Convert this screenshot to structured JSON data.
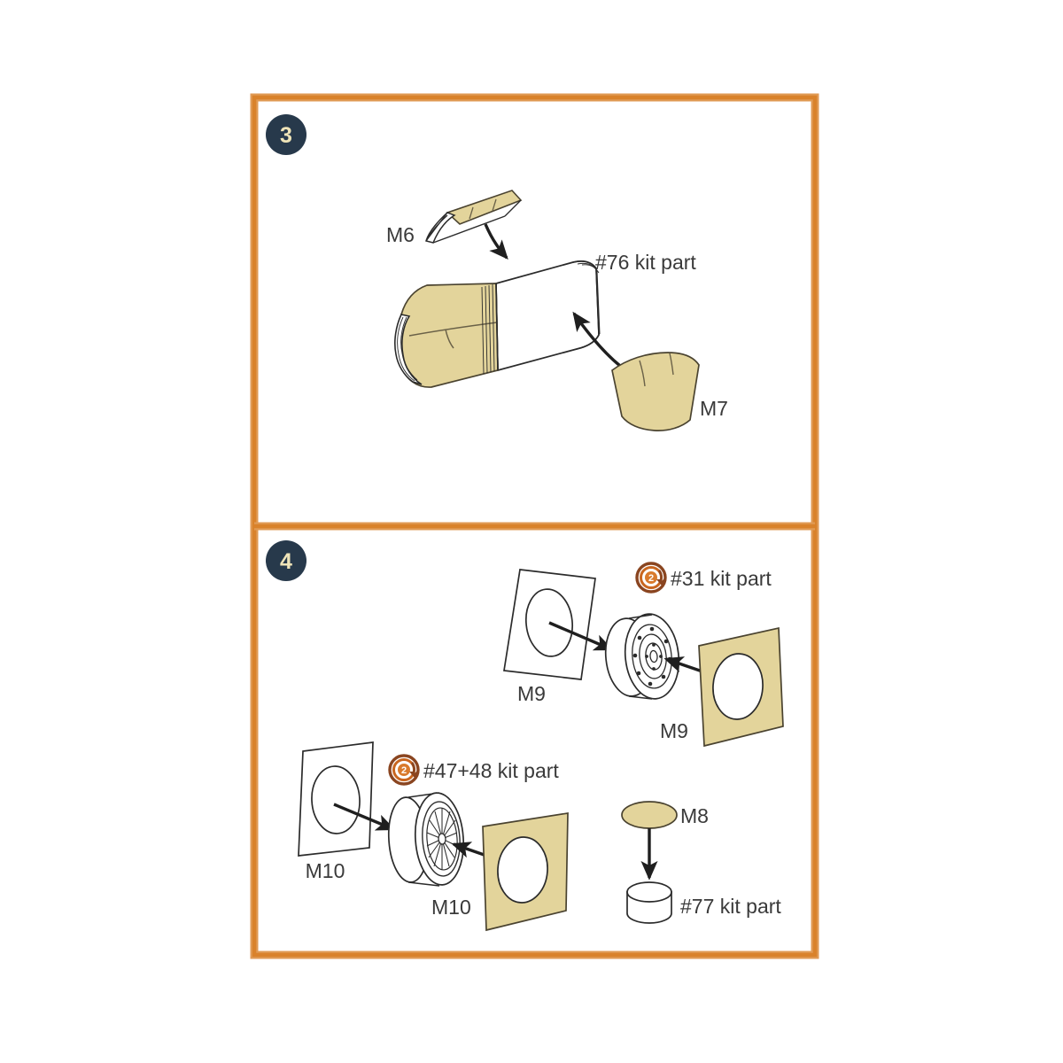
{
  "document": {
    "type": "model-kit-instruction-sheet",
    "background_color": "#ffffff"
  },
  "theme": {
    "frame_color": "#D9822B",
    "frame_color_light": "#E09A54",
    "badge_fill": "#2B3A४8",
    "badge_circle_color": "#27394B",
    "badge_text_color": "#EFE4B8",
    "mask_tan": "#E3D49B",
    "mask_tan_edge": "#4a4330",
    "line_color": "#2b2b2b",
    "text_color": "#3a3a3a",
    "repeat_icon_outer": "#8A4520",
    "repeat_icon_mid": "#C9661F",
    "repeat_icon_inner": "#D97A2C"
  },
  "panels": [
    {
      "id": "panel-step-3",
      "step_number": "3",
      "labels": [
        {
          "id": "m6",
          "text": "M6"
        },
        {
          "id": "kit76",
          "text": "#76 kit part"
        },
        {
          "id": "m7",
          "text": "M7"
        }
      ],
      "parts": [
        {
          "name": "M6",
          "kind": "curved-strip-mask",
          "color": "tan"
        },
        {
          "name": "#76 kit part",
          "kind": "fuselage-shell",
          "color": "white"
        },
        {
          "name": "M7",
          "kind": "curved-panel-mask",
          "color": "tan"
        }
      ],
      "arrows": [
        {
          "from": "M6",
          "to": "#76 kit part"
        },
        {
          "from": "M7",
          "to": "#76 kit part"
        }
      ]
    },
    {
      "id": "panel-step-4",
      "step_number": "4",
      "labels": [
        {
          "id": "m9-left",
          "text": "M9"
        },
        {
          "id": "kit31",
          "text": "#31 kit part"
        },
        {
          "id": "m9-right",
          "text": "M9"
        },
        {
          "id": "m10-left",
          "text": "M10"
        },
        {
          "id": "kit4748",
          "text": "#47+48 kit part"
        },
        {
          "id": "m10-right",
          "text": "M10"
        },
        {
          "id": "m8",
          "text": "M8"
        },
        {
          "id": "kit77",
          "text": "#77 kit part"
        }
      ],
      "repeat_badges": [
        {
          "id": "repeat-31",
          "text": "2",
          "applies_to": "#31 kit part"
        },
        {
          "id": "repeat-4748",
          "text": "2",
          "applies_to": "#47+48 kit part"
        }
      ],
      "parts": [
        {
          "name": "M9",
          "kind": "mask-sheet-outline",
          "color": "white"
        },
        {
          "name": "#31 kit part",
          "kind": "disc-wheel",
          "color": "white"
        },
        {
          "name": "M9",
          "kind": "mask-sheet",
          "color": "tan"
        },
        {
          "name": "M10",
          "kind": "mask-sheet-outline",
          "color": "white"
        },
        {
          "name": "#47+48 kit part",
          "kind": "spoked-wheel",
          "color": "white"
        },
        {
          "name": "M10",
          "kind": "mask-sheet",
          "color": "tan"
        },
        {
          "name": "M8",
          "kind": "disc-mask",
          "color": "tan"
        },
        {
          "name": "#77 kit part",
          "kind": "cylinder",
          "color": "white"
        }
      ],
      "arrows": [
        {
          "from": "M9",
          "to": "#31 kit part"
        },
        {
          "from": "M9",
          "to": "#31 kit part"
        },
        {
          "from": "M10",
          "to": "#47+48 kit part"
        },
        {
          "from": "M10",
          "to": "#47+48 kit part"
        },
        {
          "from": "M8",
          "to": "#77 kit part"
        }
      ]
    }
  ]
}
